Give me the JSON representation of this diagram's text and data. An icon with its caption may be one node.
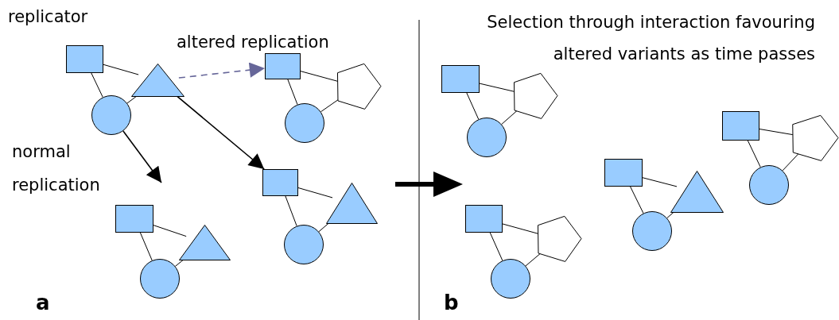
{
  "diagram": {
    "nodes": [
      {
        "text": [],
        "shape": "box"
      },
      {
        "text": [],
        "shape": "triangle"
      },
      {
        "text": [],
        "shape": "circle"
      },
      {
        "text": [],
        "shape": "box"
      },
      {
        "text": [],
        "shape": "pentagon"
      },
      {
        "text": [],
        "shape": "circle"
      },
      {
        "text": [],
        "shape": "box"
      },
      {
        "text": [],
        "shape": "triangle"
      },
      {
        "text": [],
        "shape": "circle"
      },
      {
        "text": [],
        "shape": "box"
      },
      {
        "text": [],
        "shape": "triangle"
      },
      {
        "text": [],
        "shape": "circle"
      },
      {
        "text": [],
        "shape": "box"
      },
      {
        "text": [],
        "shape": "pentagon"
      },
      {
        "text": [],
        "shape": "circle"
      },
      {
        "text": [],
        "shape": "box"
      },
      {
        "text": [],
        "shape": "pentagon"
      },
      {
        "text": [],
        "shape": "circle"
      },
      {
        "text": [],
        "shape": "box"
      },
      {
        "text": [],
        "shape": "triangle"
      },
      {
        "text": [],
        "shape": "circle"
      },
      {
        "text": [],
        "shape": "box"
      },
      {
        "text": [],
        "shape": "pentagon"
      },
      {
        "text": [],
        "shape": "circle"
      }
    ],
    "edges": [
      {
        "from": 0,
        "to": 1,
        "arrow": "none"
      },
      {
        "from": 0,
        "to": 2,
        "arrow": "none"
      },
      {
        "from": 1,
        "to": 2,
        "arrow": "none"
      },
      {
        "from": 3,
        "to": 4,
        "arrow": "none"
      },
      {
        "from": 3,
        "to": 5,
        "arrow": "none"
      },
      {
        "from": 4,
        "to": 5,
        "arrow": "none"
      },
      {
        "from": 6,
        "to": 7,
        "arrow": "none"
      },
      {
        "from": 6,
        "to": 8,
        "arrow": "none"
      },
      {
        "from": 7,
        "to": 8,
        "arrow": "none"
      },
      {
        "from": 9,
        "to": 10,
        "arrow": "none"
      },
      {
        "from": 9,
        "to": 11,
        "arrow": "none"
      },
      {
        "from": 10,
        "to": 11,
        "arrow": "none"
      },
      {
        "from": 12,
        "to": 13,
        "arrow": "none"
      },
      {
        "from": 12,
        "to": 14,
        "arrow": "none"
      },
      {
        "from": 13,
        "to": 14,
        "arrow": "none"
      },
      {
        "from": 15,
        "to": 16,
        "arrow": "none"
      },
      {
        "from": 15,
        "to": 17,
        "arrow": "none"
      },
      {
        "from": 16,
        "to": 17,
        "arrow": "none"
      },
      {
        "from": 18,
        "to": 19,
        "arrow": "none"
      },
      {
        "from": 18,
        "to": 20,
        "arrow": "none"
      },
      {
        "from": 19,
        "to": 20,
        "arrow": "none"
      },
      {
        "from": 21,
        "to": 22,
        "arrow": "none"
      },
      {
        "from": 21,
        "to": 23,
        "arrow": "none"
      },
      {
        "from": 22,
        "to": 23,
        "arrow": "none"
      },
      {
        "from": 1,
        "to": 3,
        "arrow": "to",
        "style": "dashed",
        "color": "#666699"
      },
      {
        "from": 2,
        "to": null,
        "arrow": "to"
      },
      {
        "from": 1,
        "to": 9,
        "arrow": "to"
      }
    ],
    "labels": [
      "replicator",
      "altered replication",
      "Selection through interaction favouring altered variants as time passes",
      "normal replication",
      "a",
      "b"
    ]
  }
}
